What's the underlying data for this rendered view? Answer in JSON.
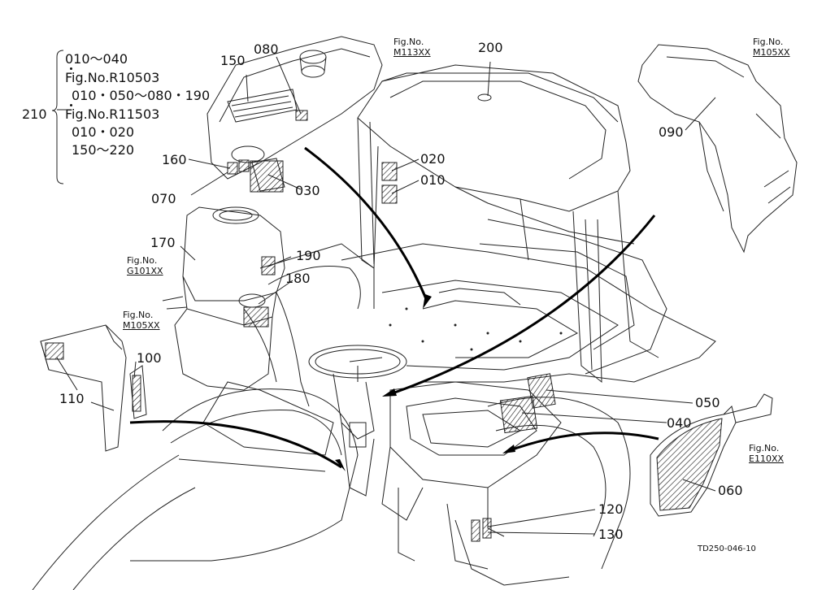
{
  "labels": {
    "p010_top": "010",
    "p020": "020",
    "p030": "030",
    "p040": "040",
    "p050": "050",
    "p060": "060",
    "p070": "070",
    "p080": "080",
    "p090": "090",
    "p100": "100",
    "p110": "110",
    "p120": "120",
    "p130": "130",
    "p150": "150",
    "p160": "160",
    "p170": "170",
    "p180": "180",
    "p190": "190",
    "p200": "200",
    "p210": "210"
  },
  "fig_refs": {
    "m113": {
      "title": "Fig.No.",
      "code": "M113XX"
    },
    "m105_right": {
      "title": "Fig.No.",
      "code": "M105XX"
    },
    "g101": {
      "title": "Fig.No.",
      "code": "G101XX"
    },
    "m105_left": {
      "title": "Fig.No.",
      "code": "M105XX"
    },
    "e110": {
      "title": "Fig.No.",
      "code": "E110XX"
    }
  },
  "legend": {
    "line1": "010～040",
    "line2": "Fig.No.R10503",
    "line3": "010・050～080・190",
    "line4": "Fig.No.R11503",
    "line5": "010・020",
    "line6": "150～220"
  },
  "drawing_number": "TD250-046-10"
}
